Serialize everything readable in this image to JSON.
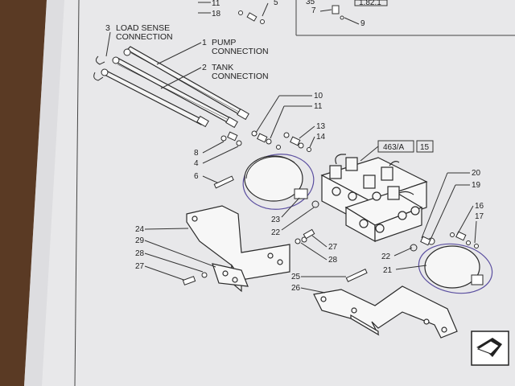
{
  "labels": {
    "load_sense_num": "3",
    "load_sense_line1": "LOAD SENSE",
    "load_sense_line2": "CONNECTION",
    "pump_num": "1",
    "pump_line1": "PUMP",
    "pump_line2": "CONNECTION",
    "tank_num": "2",
    "tank_line1": "TANK",
    "tank_line2": "CONNECTION",
    "ref_box": "463/A",
    "ref_box2": "15",
    "n4": "4",
    "n5": "5",
    "n6": "6",
    "n7": "7",
    "n8": "8",
    "n9": "9",
    "n10": "10",
    "n11": "11",
    "n13": "13",
    "n14": "14",
    "n16": "16",
    "n17": "17",
    "n18": "18",
    "n19": "19",
    "n20": "20",
    "n21": "21",
    "n22a": "22",
    "n22b": "22",
    "n23": "23",
    "n24": "24",
    "n25": "25",
    "n26": "26",
    "n27a": "27",
    "n27b": "27",
    "n28a": "28",
    "n28b": "28",
    "n29": "29",
    "top_n11": "11",
    "top_n18": "18",
    "top_n35": "35",
    "top_ref": "1.82.1"
  },
  "colors": {
    "paper": "#e9e9ea",
    "ink": "#2a2a2a",
    "background": "#5a3a24",
    "highlight": "#5b4fa0"
  },
  "icons": [
    "next-page-arrow-icon"
  ]
}
